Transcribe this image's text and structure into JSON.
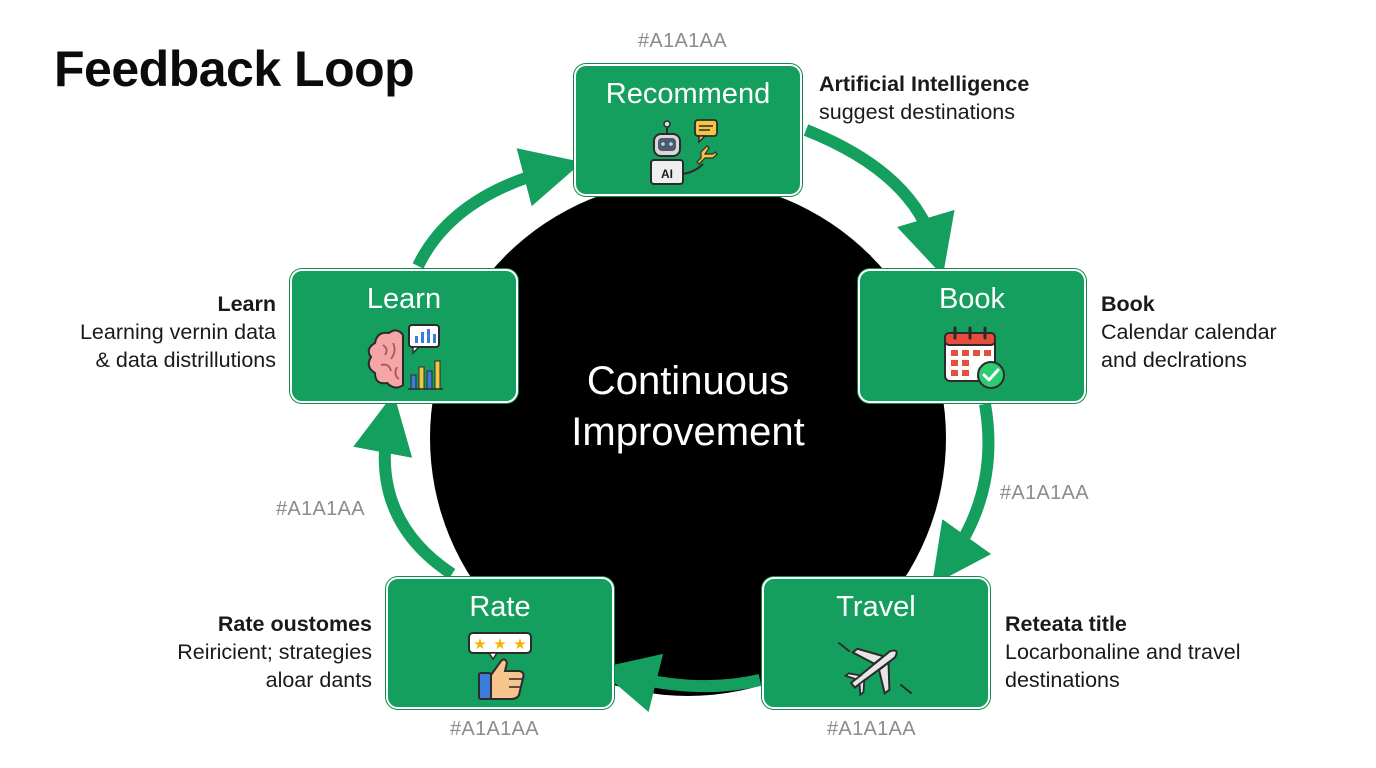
{
  "title": "Feedback Loop",
  "center": {
    "line1": "Continuous",
    "line2": "Improvement"
  },
  "arrow_labels": {
    "top": "#A1A1AA",
    "right": "#A1A1AA",
    "left": "#A1A1AA",
    "bottom_left": "#A1A1AA",
    "bottom_right": "#A1A1AA"
  },
  "colors": {
    "card": "#159F5F",
    "arrow": "#159F5F",
    "center": "#000000",
    "hex_text": "#8C8C8C"
  },
  "stages": {
    "recommend": {
      "title": "Recommend",
      "icon": "ai-robot-icon",
      "icon_text": "AI",
      "desc_head": "Artificial Intelligence",
      "desc_lines": [
        "suggest destinations"
      ]
    },
    "book": {
      "title": "Book",
      "icon": "calendar-check-icon",
      "desc_head": "Book",
      "desc_lines": [
        "Calendar calendar",
        "and declrations"
      ]
    },
    "travel": {
      "title": "Travel",
      "icon": "airplane-icon",
      "desc_head": "Reteata title",
      "desc_lines": [
        "Locarbonaline and travel",
        "destinations"
      ]
    },
    "rate": {
      "title": "Rate",
      "icon": "thumbs-up-rating-icon",
      "desc_head": "Rate oustomes",
      "desc_lines": [
        "Reiricient; strategies",
        "aloar dants"
      ]
    },
    "learn": {
      "title": "Learn",
      "icon": "brain-chart-icon",
      "desc_head": "Learn",
      "desc_lines": [
        "Learning vernin data",
        "& data distrillutions"
      ]
    }
  }
}
